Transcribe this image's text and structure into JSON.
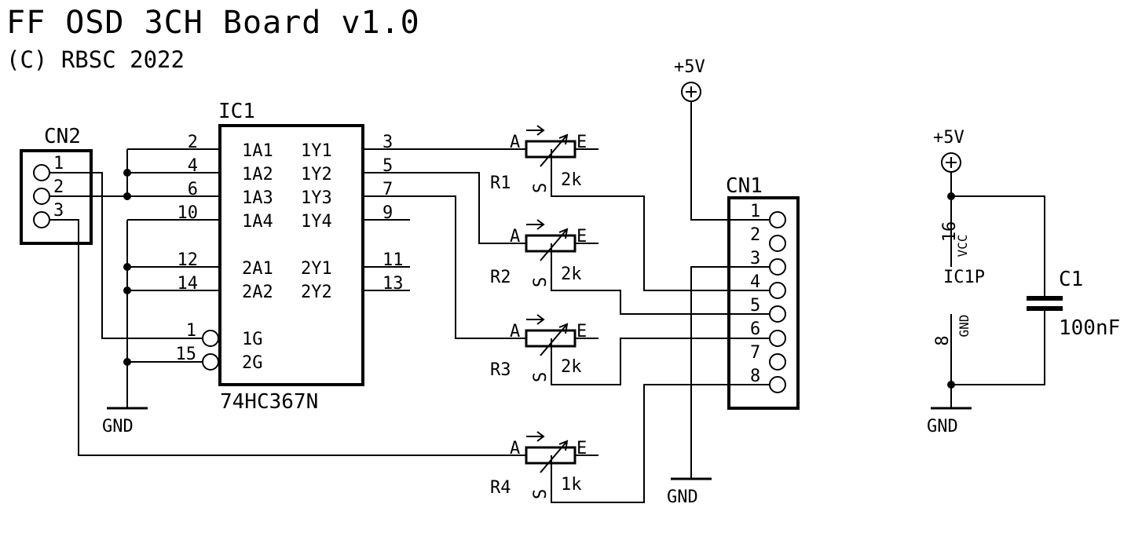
{
  "header": {
    "title": "FF OSD 3CH Board v1.0",
    "copyright": "(C) RBSC 2022"
  },
  "ic1": {
    "ref": "IC1",
    "part": "74HC367N",
    "left_pins": [
      {
        "num": "2",
        "name": "1A1"
      },
      {
        "num": "4",
        "name": "1A2"
      },
      {
        "num": "6",
        "name": "1A3"
      },
      {
        "num": "10",
        "name": "1A4"
      },
      {
        "num": "12",
        "name": "2A1"
      },
      {
        "num": "14",
        "name": "2A2"
      },
      {
        "num": "1",
        "name": "1G"
      },
      {
        "num": "15",
        "name": "2G"
      }
    ],
    "right_pins": [
      {
        "num": "3",
        "name": "1Y1"
      },
      {
        "num": "5",
        "name": "1Y2"
      },
      {
        "num": "7",
        "name": "1Y3"
      },
      {
        "num": "9",
        "name": "1Y4"
      },
      {
        "num": "11",
        "name": "2Y1"
      },
      {
        "num": "13",
        "name": "2Y2"
      }
    ]
  },
  "cn2": {
    "ref": "CN2",
    "pins": [
      "1",
      "2",
      "3"
    ]
  },
  "cn1": {
    "ref": "CN1",
    "pins": [
      "1",
      "2",
      "3",
      "4",
      "5",
      "6",
      "7",
      "8"
    ]
  },
  "resistors": [
    {
      "ref": "R1",
      "value": "2k",
      "pin_a": "A",
      "pin_e": "E",
      "pin_s": "S"
    },
    {
      "ref": "R2",
      "value": "2k",
      "pin_a": "A",
      "pin_e": "E",
      "pin_s": "S"
    },
    {
      "ref": "R3",
      "value": "2k",
      "pin_a": "A",
      "pin_e": "E",
      "pin_s": "S"
    },
    {
      "ref": "R4",
      "value": "1k",
      "pin_a": "A",
      "pin_e": "E",
      "pin_s": "S"
    }
  ],
  "power": {
    "vcc_label": "+5V",
    "gnd_label": "GND"
  },
  "ic1p": {
    "ref": "IC1P",
    "vcc_pin": "16",
    "vcc_name": "VCC",
    "gnd_pin": "8",
    "gnd_name": "GND"
  },
  "c1": {
    "ref": "C1",
    "value": "100nF"
  }
}
